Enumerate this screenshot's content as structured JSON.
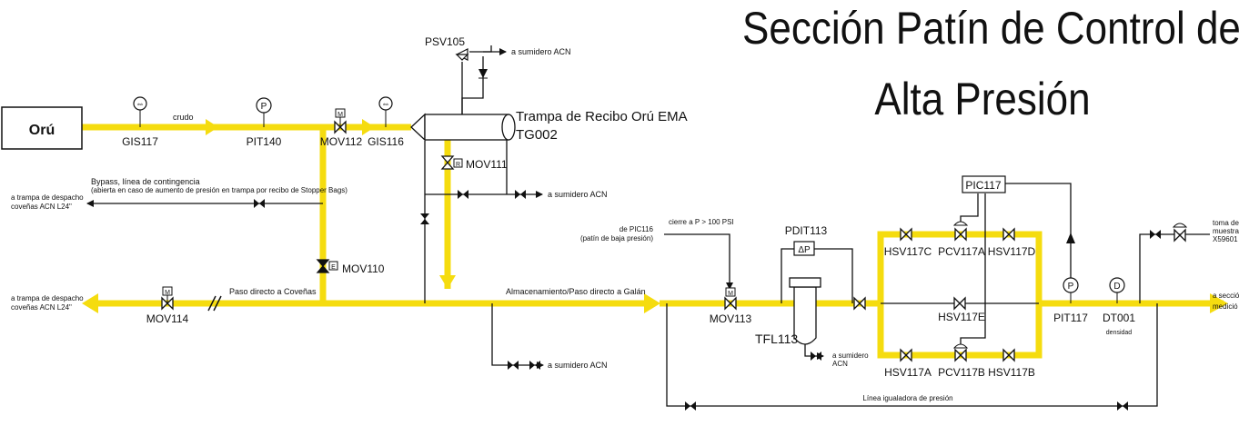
{
  "title": {
    "line1": "Sección Patín de Control de",
    "line2": "Alta Presión"
  },
  "colors": {
    "main_line": "#f5dc0f",
    "process_line": "#111111",
    "background": "#ffffff"
  },
  "source": {
    "label": "Orú"
  },
  "trap": {
    "name": "Trampa de Recibo Orú EMA",
    "tag": "TG002"
  },
  "instruments": {
    "gis117": {
      "tag": "GIS117",
      "symbol": "dsk"
    },
    "pit140": {
      "tag": "PIT140",
      "symbol": "P"
    },
    "mov112": {
      "tag": "MOV112",
      "symbol": "M"
    },
    "gis116": {
      "tag": "GIS116",
      "symbol": "dsk"
    },
    "psv105": {
      "tag": "PSV105"
    },
    "mov111": {
      "tag": "MOV111",
      "symbol": "R"
    },
    "mov110": {
      "tag": "MOV110",
      "symbol": "E"
    },
    "mov114": {
      "tag": "MOV114",
      "symbol": "M"
    },
    "mov113": {
      "tag": "MOV113",
      "symbol": "M"
    },
    "pdit113": {
      "tag": "PDIT113",
      "symbol": "ΔP"
    },
    "tfl113": {
      "tag": "TFL113"
    },
    "pic117": {
      "tag": "PIC117"
    },
    "hsv117c": {
      "tag": "HSV117C"
    },
    "pcv117a": {
      "tag": "PCV117A"
    },
    "hsv117d": {
      "tag": "HSV117D"
    },
    "hsv117e": {
      "tag": "HSV117E"
    },
    "hsv117a": {
      "tag": "HSV117A"
    },
    "pcv117b": {
      "tag": "PCV117B"
    },
    "hsv117b": {
      "tag": "HSV117B"
    },
    "pit117": {
      "tag": "PIT117",
      "symbol": "P"
    },
    "dt001": {
      "tag": "DT001",
      "symbol": "D",
      "note": "densidad"
    }
  },
  "notes": {
    "crudo": "crudo",
    "a_sumidero_acn": "a sumidero ACN",
    "bypass_1": "Bypass, línea de contingencia",
    "bypass_2": "(abierta en caso de aumento de presión en trampa por recibo de Stopper Bags)",
    "despacho_top_1": "a trampa de despacho",
    "despacho_top_2": "coveñas ACN L24\"",
    "despacho_bot_1": "a trampa de despacho",
    "despacho_bot_2": "coveñas ACN L24\"",
    "paso_covenas": "Paso directo a Coveñas",
    "almacenamiento": "Almacenamiento/Paso directo a Galán",
    "de_pic116_1": "de PIC116",
    "de_pic116_2": "(patín de baja presión)",
    "cierre": "cierre a P > 100 PSI",
    "sumidero_tfl_1": "a sumidero",
    "sumidero_tfl_2": "ACN",
    "toma_1": "toma de",
    "toma_2": "muestras",
    "toma_3": "X59601",
    "seccion_1": "a secció",
    "seccion_2": "medició",
    "linea_igualadora": "Línea igualadora de presión"
  }
}
